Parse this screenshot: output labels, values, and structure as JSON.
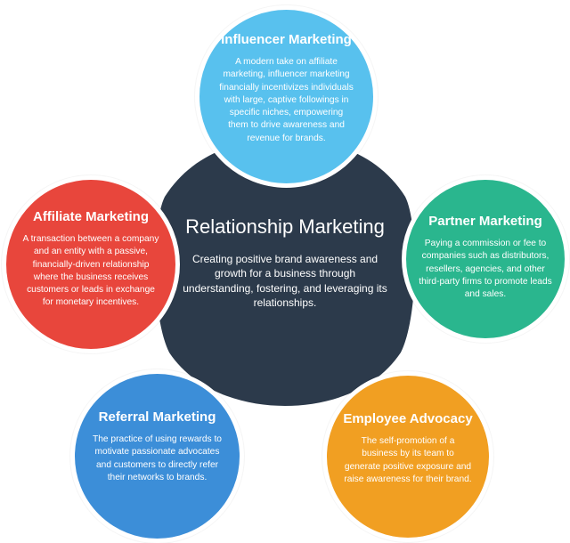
{
  "center": {
    "title": "Relationship Marketing",
    "description": "Creating positive brand awareness and growth for a business through understanding, fostering, and leveraging its relationships.",
    "color": "#2c3a4b"
  },
  "nodes": {
    "influencer": {
      "title": "Influencer Marketing",
      "description": "A modern take on affiliate marketing, influencer marketing financially incentivizes individuals with large, captive followings in specific niches, empowering them to drive awareness and revenue for brands.",
      "color": "#58c1ee"
    },
    "partner": {
      "title": "Partner Marketing",
      "description": "Paying a commission or fee to companies such as distributors, resellers, agencies, and other third-party firms to promote leads and sales.",
      "color": "#2ab68e"
    },
    "employee": {
      "title": "Employee Advocacy",
      "description": "The self-promotion of a business by its team to generate positive exposure and raise awareness for their brand.",
      "color": "#f19f22"
    },
    "referral": {
      "title": "Referral Marketing",
      "description": "The practice of using rewards to motivate passionate advocates and customers to directly refer their networks to brands.",
      "color": "#3c8ed8"
    },
    "affiliate": {
      "title": "Affiliate Marketing",
      "description": "A transaction between a company and an entity with a passive, financially-driven relationship where the business receives customers or leads in exchange for monetary incentives.",
      "color": "#e8463c"
    }
  }
}
